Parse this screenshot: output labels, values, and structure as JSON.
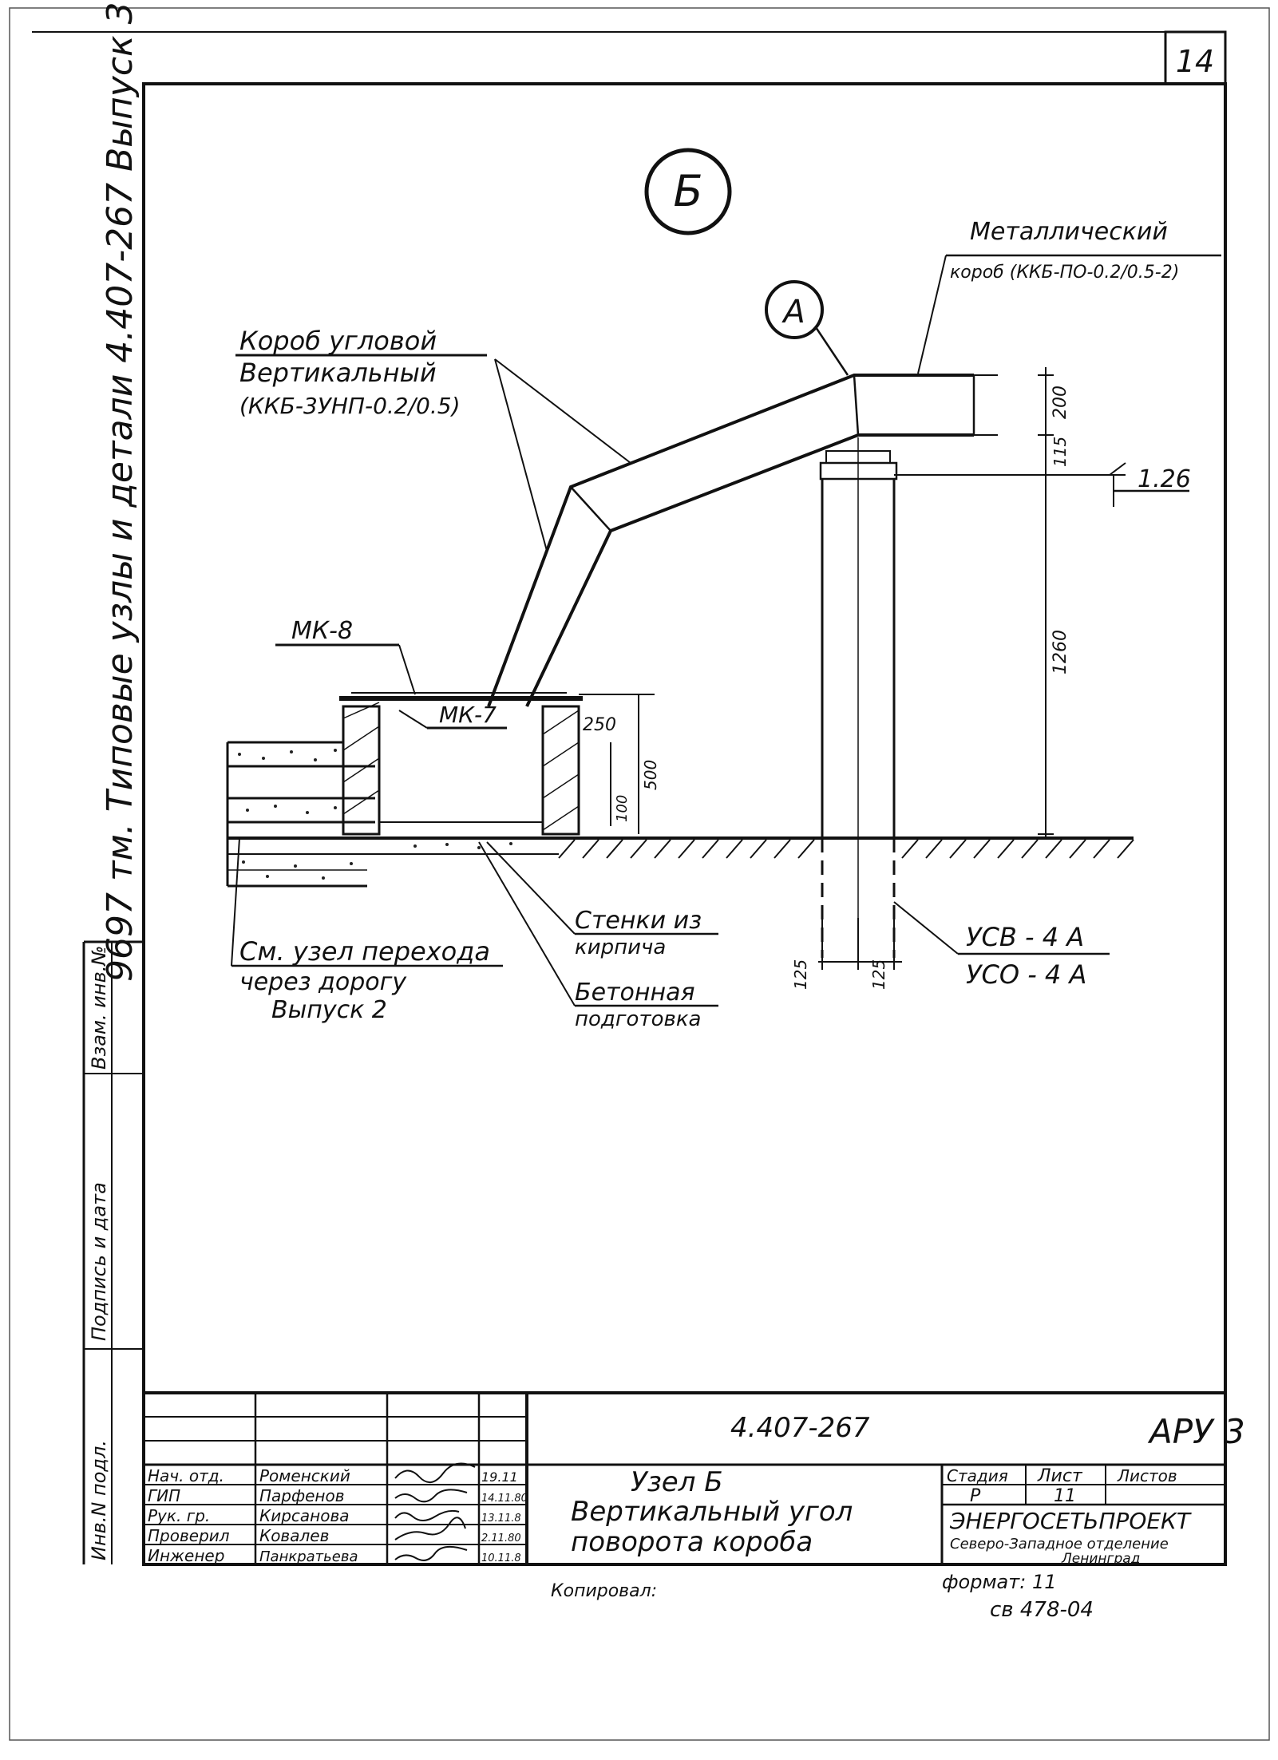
{
  "sheet_number": "14",
  "side_stamp": "9697 тм.   Типовые  узлы  и  детали 4.407-267     Выпуск 3",
  "left_box": {
    "vzam_inv": "Взам. инв.№",
    "podpis_data": "Подпись и дата",
    "inv_podl": "Инв.N подл."
  },
  "drawing": {
    "node_mark": "Б",
    "detail_mark": "А",
    "labels": {
      "corner_box_l1": "Короб  угловой",
      "corner_box_l2": "Вертикальный",
      "corner_box_l3": "(ККБ-3УНП-0.2/0.5)",
      "metal_box_l1": "Металлический",
      "metal_box_l2": "короб (ККБ-ПО-0.2/0.5-2)",
      "mk8": "МК-8",
      "mk7": "МК-7",
      "walls_l1": "Стенки  из",
      "walls_l2": "кирпича",
      "concrete_l1": "Бетонная",
      "concrete_l2": "подготовка",
      "see_l1": "См. узел   перехода",
      "see_l2": "через   дорогу",
      "see_l3": "Выпуск 2",
      "pole_l1": "УСВ - 4 А",
      "pole_l2": "УСО - 4 А",
      "elev": "1.26"
    },
    "dims": {
      "d200": "200",
      "d115": "115",
      "d1260": "1260",
      "d250": "250",
      "d500": "500",
      "d100": "100",
      "d125a": "125",
      "d125b": "125"
    }
  },
  "title_block": {
    "code": "4.407-267",
    "series": "АРУ 3",
    "title_l1": "Узел  Б",
    "title_l2": "Вертикальный   угол",
    "title_l3": "поворота    короба",
    "stage_h": "Стадия",
    "sheet_h": "Лист",
    "sheets_h": "Листов",
    "stage_v": "Р",
    "sheet_v": "11",
    "org_l1": "ЭНЕРГОСЕТЬПРОЕКТ",
    "org_l2": "Северо-Западное отделение",
    "org_l3": "Ленинград",
    "staff": [
      {
        "role": "Нач. отд.",
        "name": "Роменский",
        "date": "19.11"
      },
      {
        "role": "ГИП",
        "name": "Парфенов",
        "date": "14.11.80"
      },
      {
        "role": "Рук. гр.",
        "name": "Кирсанова",
        "date": "13.11.8"
      },
      {
        "role": "Проверил",
        "name": "Ковалев",
        "date": "2.11.80"
      },
      {
        "role": "Инженер",
        "name": "Панкратьева",
        "date": "10.11.8"
      }
    ]
  },
  "footer": {
    "copied": "Копировал:",
    "format": "формат: 11",
    "ref": "св 478-04"
  }
}
